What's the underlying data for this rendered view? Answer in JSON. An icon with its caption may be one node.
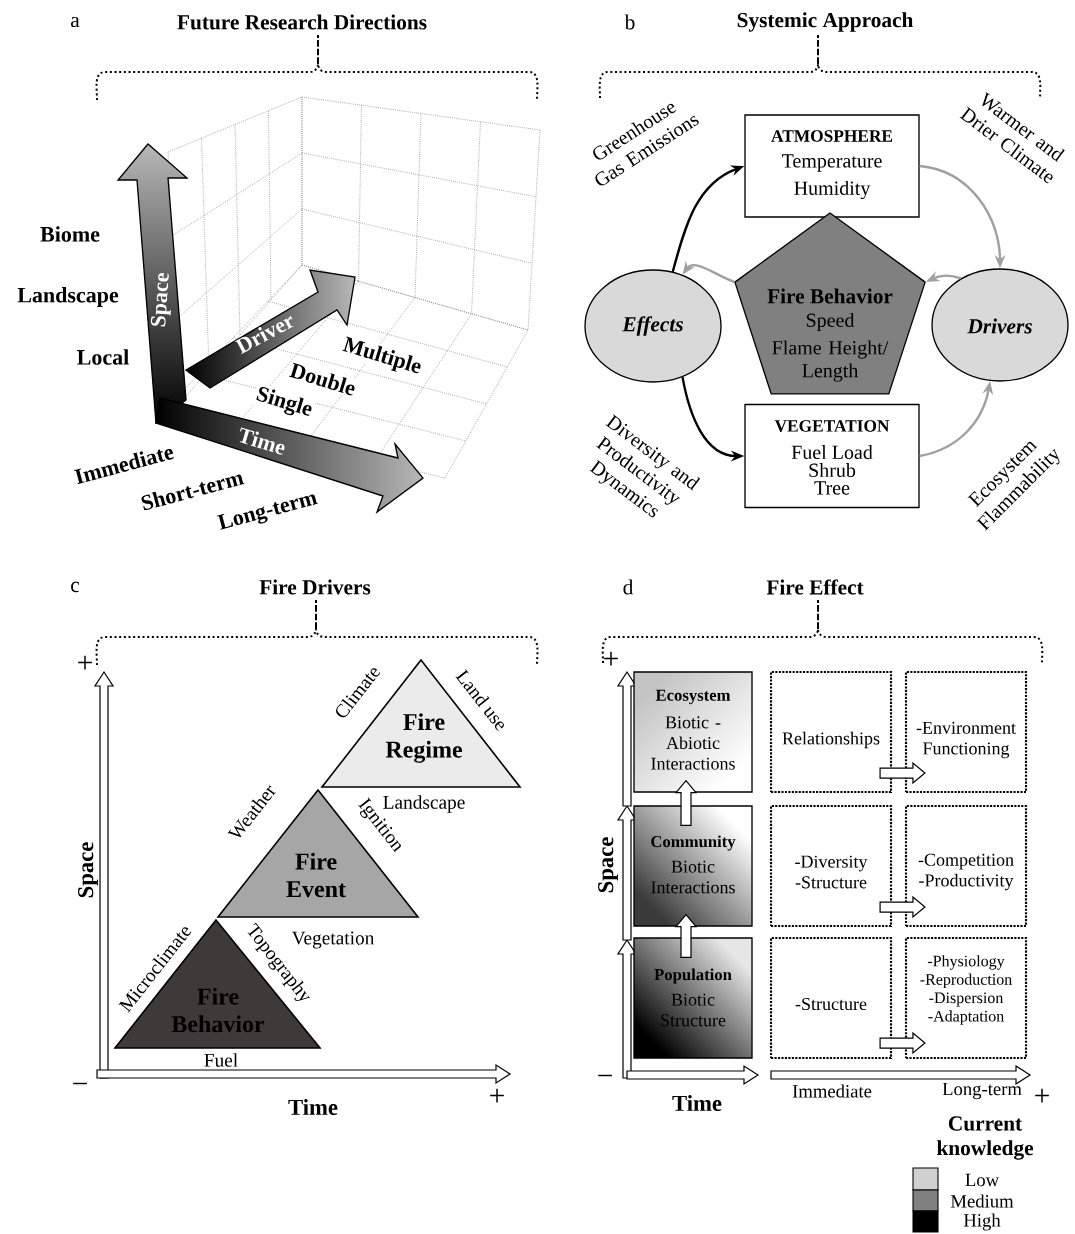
{
  "diagram": {
    "nodes": [
      {
        "text": [
          "ATMOSPHERE",
          "Temperature",
          "Humidity"
        ]
      },
      {
        "text": [
          "Effects"
        ]
      },
      {
        "text": [
          "Fire Behavior",
          "Speed",
          "Flame Height/ Length"
        ]
      },
      {
        "text": [
          "Drivers"
        ]
      },
      {
        "text": [
          "VEGETATION",
          "Fuel Load",
          "Shrub",
          "Tree"
        ]
      },
      {
        "text": [
          "Fire Regime"
        ],
        "beside": [
          "Climate",
          "Land use"
        ]
      },
      {
        "text": [
          "Fire Event"
        ],
        "beside": [
          "Weather",
          "Ignition",
          "Landscape"
        ]
      },
      {
        "text": [
          "Fire Behavior"
        ],
        "beside": [
          "Microclimate",
          "Topography",
          "Vegetation",
          "Fuel"
        ]
      },
      {
        "text": [
          "Ecosystem",
          "Biotic - Abiotic Interactions"
        ]
      },
      {
        "text": [
          "Relationships"
        ]
      },
      {
        "text": [
          "-Environment Functioning"
        ]
      },
      {
        "text": [
          "Community",
          "Biotic Interactions"
        ]
      },
      {
        "text": [
          "-Diversity -Structure"
        ]
      },
      {
        "text": [
          "-Competition -Productivity"
        ]
      },
      {
        "text": [
          "Population",
          "Biotic Structure"
        ]
      },
      {
        "text": [
          "-Structure"
        ]
      },
      {
        "text": [
          "-Physiology -Reproduction -Dispersion -Adaptation"
        ]
      }
    ],
    "edges": [
      {
        "from": 1,
        "to": 0,
        "arrow": "to",
        "label": "Greenhouse Gas Emissions",
        "color": "#000000"
      },
      {
        "from": 0,
        "to": 3,
        "arrow": "to",
        "label": "Warmer and Drier Climate",
        "color": "#a0a0a0"
      },
      {
        "from": 3,
        "to": 2,
        "arrow": "to",
        "color": "#a0a0a0"
      },
      {
        "from": 2,
        "to": 1,
        "arrow": "to",
        "color": "#a0a0a0"
      },
      {
        "from": 1,
        "to": 4,
        "arrow": "to",
        "label": "Diversity and Productivity Dynamics",
        "color": "#000000"
      },
      {
        "from": 4,
        "to": 3,
        "arrow": "to",
        "label": "Ecosystem Flammability",
        "color": "#a0a0a0"
      },
      {
        "from": 14,
        "to": 11,
        "arrow": "to"
      },
      {
        "from": 11,
        "to": 8,
        "arrow": "to"
      },
      {
        "from": 9,
        "to": 10,
        "arrow": "to"
      },
      {
        "from": 12,
        "to": 13,
        "arrow": "to"
      },
      {
        "from": 15,
        "to": 16,
        "arrow": "to"
      }
    ],
    "labels": [
      "a",
      "Future Research Directions",
      "b",
      "Systemic Approach",
      "Biome",
      "Landscape",
      "Local",
      "Space",
      "Driver",
      "Time",
      "Multiple",
      "Double",
      "Single",
      "Immediate",
      "Short-term",
      "Long-term",
      "c",
      "Fire Drivers",
      "d",
      "Fire Effect",
      "+",
      "Space",
      "−",
      "Time",
      "+",
      "+",
      "Space",
      "−",
      "Time",
      "Immediate",
      "Long-term",
      "+",
      "Current knowledge"
    ],
    "legend": [
      {
        "text": "Low",
        "color": "#d0d0d0"
      },
      {
        "text": "Medium",
        "color": "#808080"
      },
      {
        "text": "High",
        "color": "#000000"
      }
    ]
  }
}
